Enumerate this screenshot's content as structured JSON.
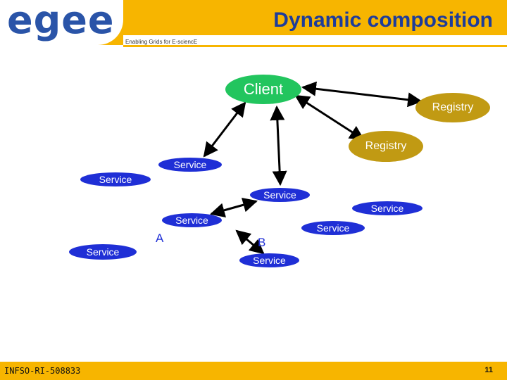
{
  "header": {
    "logo": "egee",
    "tagline": "Enabling Grids for E-sciencE",
    "title": "Dynamic composition"
  },
  "diagram": {
    "client": "Client",
    "registries": [
      "Registry",
      "Registry"
    ],
    "services": [
      "Service",
      "Service",
      "Service",
      "Service",
      "Service",
      "Service",
      "Service",
      "Service"
    ],
    "labels": {
      "a": "A",
      "b": "B"
    },
    "colors": {
      "client": "#22c55e",
      "service": "#1f2fd6",
      "registry": "#c19a13"
    }
  },
  "footer": {
    "id": "INFSO-RI-508833",
    "page": "11"
  }
}
